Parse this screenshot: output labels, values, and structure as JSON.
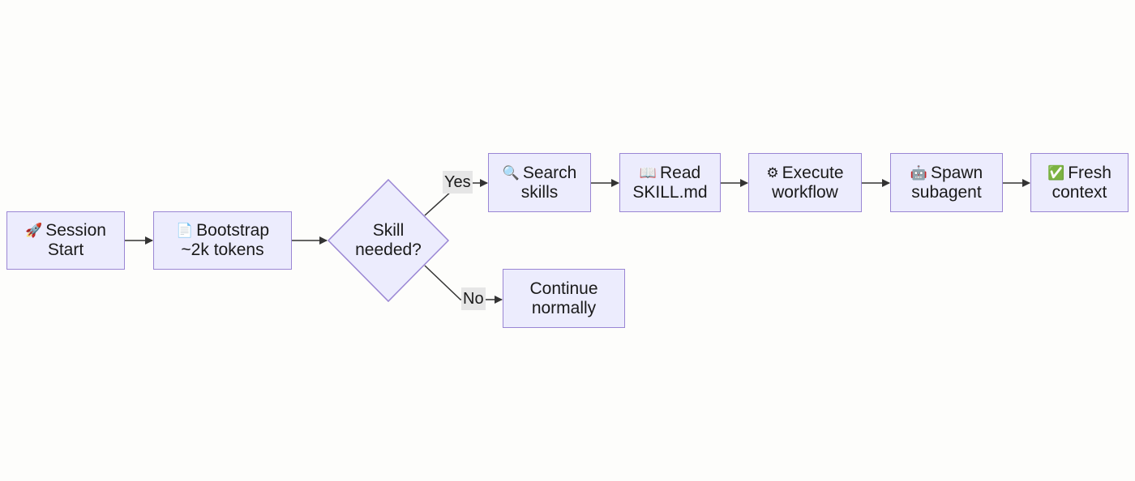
{
  "diagram": {
    "nodes": {
      "session_start": {
        "icon": "rocket-icon",
        "glyph": "🚀",
        "line1": "Session",
        "line2": "Start"
      },
      "bootstrap": {
        "icon": "document-icon",
        "glyph": "📄",
        "line1": "Bootstrap",
        "line2": "~2k tokens"
      },
      "decision": {
        "line1": "Skill",
        "line2": "needed?"
      },
      "search_skills": {
        "icon": "magnifier-icon",
        "glyph": "🔍",
        "line1": "Search",
        "line2": "skills"
      },
      "read_skill": {
        "icon": "book-icon",
        "glyph": "📖",
        "line1": "Read",
        "line2": "SKILL.md"
      },
      "execute_workflow": {
        "icon": "gear-icon",
        "glyph": "⚙",
        "line1": "Execute",
        "line2": "workflow"
      },
      "spawn_subagent": {
        "icon": "robot-icon",
        "glyph": "🤖",
        "line1": "Spawn",
        "line2": "subagent"
      },
      "fresh_context": {
        "icon": "check-mark-icon",
        "glyph": "✅",
        "line1": "Fresh",
        "line2": "context"
      },
      "continue_normally": {
        "line1": "Continue",
        "line2": "normally"
      }
    },
    "edge_labels": {
      "yes": "Yes",
      "no": "No"
    },
    "colors": {
      "node_fill": "#ececfd",
      "node_border": "#9a86d4",
      "edge": "#333333",
      "edge_label_bg": "#e6e6e6"
    }
  }
}
